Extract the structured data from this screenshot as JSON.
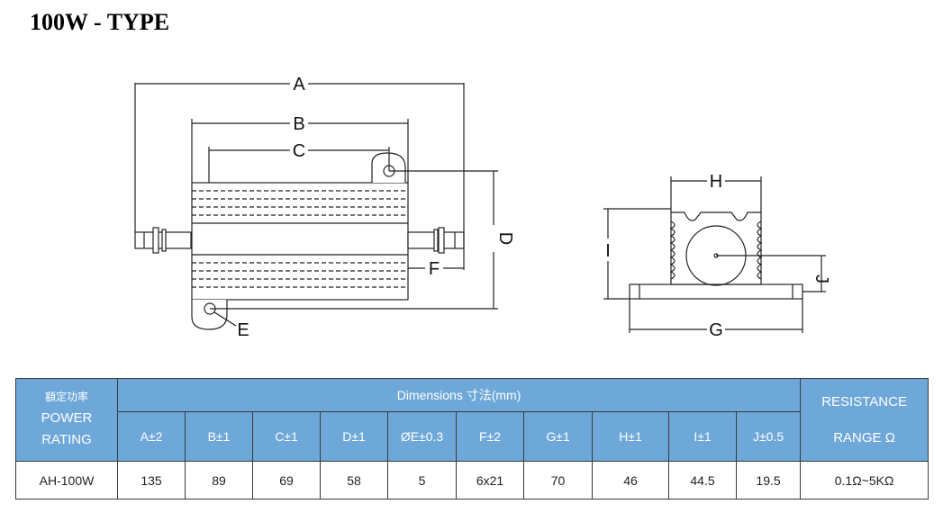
{
  "title": "100W - TYPE",
  "diagram": {
    "side_view_labels": {
      "a": "A",
      "b": "B",
      "c": "C",
      "d": "D",
      "e": "E",
      "f": "F"
    },
    "end_view_labels": {
      "h": "H",
      "i": "I",
      "j": "J",
      "g": "G"
    }
  },
  "table": {
    "power_rating_cjk": "額定功率",
    "power_rating_line1": "POWER",
    "power_rating_line2": "RATING",
    "dimensions_header": "Dimensions 寸法(mm)",
    "resistance_header_line1": "RESISTANCE",
    "resistance_header_line2": "RANGE Ω",
    "columns": [
      "A±2",
      "B±1",
      "C±1",
      "D±1",
      "ØE±0.3",
      "F±2",
      "G±1",
      "H±1",
      "I±1",
      "J±0.5"
    ],
    "rows": [
      {
        "model": "AH-100W",
        "values": [
          "135",
          "89",
          "69",
          "58",
          "5",
          "6x21",
          "70",
          "46",
          "44.5",
          "19.5"
        ],
        "resistance": "0.1Ω~5KΩ"
      }
    ]
  },
  "colors": {
    "header_bg": "#6ea8d9",
    "header_text": "#ffffff",
    "line": "#222222"
  }
}
